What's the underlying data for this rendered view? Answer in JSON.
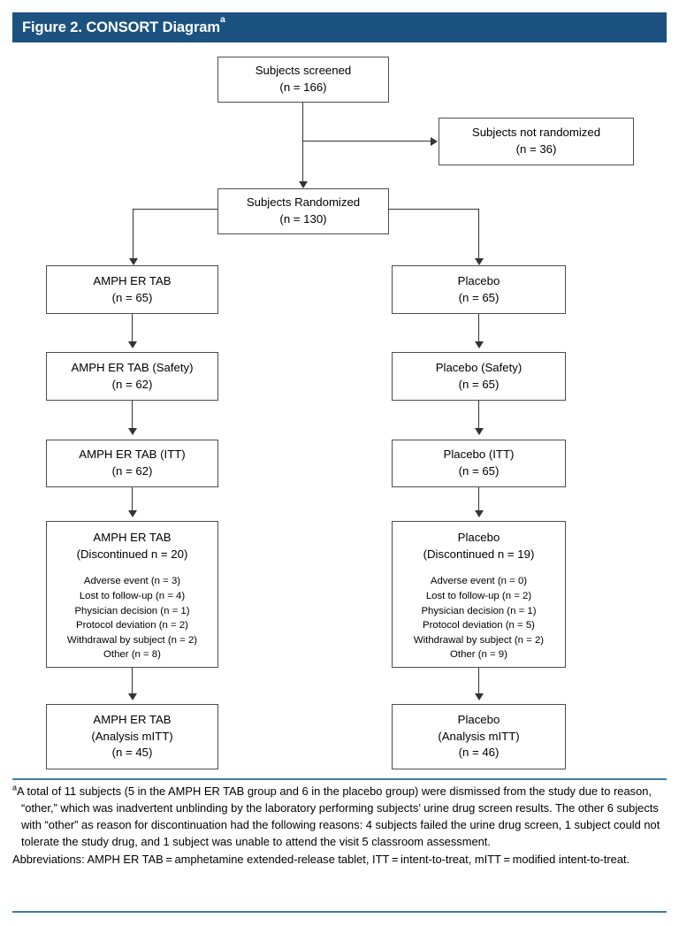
{
  "header": {
    "title": "Figure 2. CONSORT Diagram",
    "title_superscript": "a",
    "bar_color": "#1b5280",
    "text_color": "#ffffff"
  },
  "chart_data": {
    "type": "diagram",
    "title": "Figure 2. CONSORT Diagram",
    "nodes": [
      {
        "id": "screened",
        "label": "Subjects screened",
        "n_text": "(n = 166)",
        "n": 166
      },
      {
        "id": "not-randomized",
        "label": "Subjects not randomized",
        "n_text": "(n = 36)",
        "n": 36
      },
      {
        "id": "randomized",
        "label": "Subjects Randomized",
        "n_text": "(n = 130)",
        "n": 130
      },
      {
        "id": "amph-enrolled",
        "label": "AMPH ER TAB",
        "n_text": "(n = 65)",
        "n": 65
      },
      {
        "id": "placebo-enrolled",
        "label": "Placebo",
        "n_text": "(n = 65)",
        "n": 65
      },
      {
        "id": "amph-safety",
        "label": "AMPH ER TAB (Safety)",
        "n_text": "(n = 62)",
        "n": 62
      },
      {
        "id": "placebo-safety",
        "label": "Placebo (Safety)",
        "n_text": "(n = 65)",
        "n": 65
      },
      {
        "id": "amph-itt",
        "label": "AMPH ER TAB (ITT)",
        "n_text": "(n = 62)",
        "n": 62
      },
      {
        "id": "placebo-itt",
        "label": "Placebo (ITT)",
        "n_text": "(n = 65)",
        "n": 65
      },
      {
        "id": "amph-mitt",
        "label": "AMPH ER TAB",
        "sub": "(Analysis mITT)",
        "n_text": "(n = 45)",
        "n": 45
      },
      {
        "id": "placebo-mitt",
        "label": "Placebo",
        "sub": "(Analysis mITT)",
        "n_text": "(n = 46)",
        "n": 46
      }
    ],
    "discontinued": [
      {
        "id": "amph-discontinued",
        "label": "AMPH ER TAB",
        "sub": "(Discontinued n = 20)",
        "total": 20,
        "reasons": [
          {
            "label": "Adverse event (n = 3)",
            "n": 3
          },
          {
            "label": "Lost to follow-up (n = 4)",
            "n": 4
          },
          {
            "label": "Physician decision (n = 1)",
            "n": 1
          },
          {
            "label": "Protocol deviation (n = 2)",
            "n": 2
          },
          {
            "label": "Withdrawal by subject (n = 2)",
            "n": 2
          },
          {
            "label": "Other (n = 8)",
            "n": 8
          }
        ]
      },
      {
        "id": "placebo-discontinued",
        "label": "Placebo",
        "sub": "(Discontinued n = 19)",
        "total": 19,
        "reasons": [
          {
            "label": "Adverse event (n = 0)",
            "n": 0
          },
          {
            "label": "Lost to follow-up (n = 2)",
            "n": 2
          },
          {
            "label": "Physician decision (n = 1)",
            "n": 1
          },
          {
            "label": "Protocol deviation (n = 5)",
            "n": 5
          },
          {
            "label": "Withdrawal by subject (n = 2)",
            "n": 2
          },
          {
            "label": "Other (n = 9)",
            "n": 9
          }
        ]
      }
    ]
  },
  "boxes": {
    "screened": {
      "label": "Subjects screened",
      "n": "(n = 166)"
    },
    "not_randomized": {
      "label": "Subjects not randomized",
      "n": "(n = 36)"
    },
    "randomized": {
      "label": "Subjects Randomized",
      "n": "(n = 130)"
    },
    "amph_enrolled": {
      "label": "AMPH ER TAB",
      "n": "(n = 65)"
    },
    "placebo_enrolled": {
      "label": "Placebo",
      "n": "(n = 65)"
    },
    "amph_safety": {
      "label": "AMPH ER TAB (Safety)",
      "n": "(n = 62)"
    },
    "placebo_safety": {
      "label": "Placebo (Safety)",
      "n": "(n = 65)"
    },
    "amph_itt": {
      "label": "AMPH ER TAB (ITT)",
      "n": "(n = 62)"
    },
    "placebo_itt": {
      "label": "Placebo (ITT)",
      "n": "(n = 65)"
    },
    "amph_disc": {
      "label": "AMPH ER TAB",
      "sub": "(Discontinued n = 20)"
    },
    "placebo_disc": {
      "label": "Placebo",
      "sub": "(Discontinued n = 19)"
    },
    "amph_mitt": {
      "label": "AMPH ER TAB",
      "sub": "(Analysis mITT)",
      "n": "(n = 45)"
    },
    "placebo_mitt": {
      "label": "Placebo",
      "sub": "(Analysis mITT)",
      "n": "(n = 46)"
    }
  },
  "reasons": {
    "amph": [
      "Adverse event (n = 3)",
      "Lost to follow-up (n = 4)",
      "Physician decision (n = 1)",
      "Protocol deviation (n = 2)",
      "Withdrawal by subject (n = 2)",
      "Other (n = 8)"
    ],
    "placebo": [
      "Adverse event (n = 0)",
      "Lost to follow-up (n = 2)",
      "Physician decision (n = 1)",
      "Protocol deviation (n = 5)",
      "Withdrawal by subject (n = 2)",
      "Other (n = 9)"
    ]
  },
  "footnotes": {
    "marker": "a",
    "note": "A total of 11 subjects (5 in the AMPH ER TAB group and 6 in the placebo group) were dismissed from the study due to reason, “other,” which was inadvertent unblinding by the laboratory performing subjects’ urine drug screen results. The other 6 subjects with “other” as reason for discontinuation had the following reasons: 4 subjects failed the urine drug screen, 1 subject could not tolerate the study drug, and 1 subject was unable to attend the visit 5 classroom assessment.",
    "abbreviations": "Abbreviations: AMPH ER TAB = amphetamine extended-release tablet, ITT = intent-to-treat, mITT = modified intent-to-treat.",
    "rule_color": "#3d7ca6"
  }
}
